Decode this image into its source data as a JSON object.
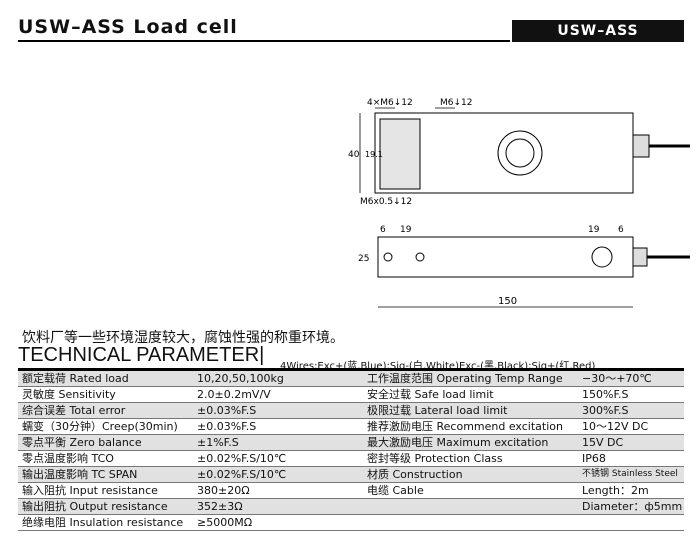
{
  "header": {
    "title": "USW–ASS  Load cell",
    "badge": "USW–ASS"
  },
  "drawing": {
    "top_labels": [
      "4×M6↓12",
      "M6↓12"
    ],
    "bottom_label": "M6x0.5↓12",
    "height_dims": [
      "40",
      "19.1"
    ],
    "plan_dims": [
      "6",
      "19",
      "19",
      "6",
      "25",
      "150"
    ]
  },
  "description": "饮料厂等一些环境湿度较大，腐蚀性强的称重环境。",
  "section": {
    "title": "TECHNICAL PARAMETER|",
    "wires": "4Wires:Exc+(蓝,Blue);Sig-(白,White)Exc-(黑,Black);Sig+(红,Red)"
  },
  "params": [
    {
      "l1": "额定载荷 Rated load",
      "v1": "10,20,50,100kg",
      "l2": "工作温度范围 Operating Temp Range",
      "v2": "−30～+70℃"
    },
    {
      "l1": "灵敏度 Sensitivity",
      "v1": "2.0±0.2mV/V",
      "l2": "安全过载 Safe load limit",
      "v2": "150%F.S"
    },
    {
      "l1": "综合误差 Total error",
      "v1": "±0.03%F.S",
      "l2": "极限过载 Lateral load limit",
      "v2": "300%F.S"
    },
    {
      "l1": "蠕变（30分钟）Creep(30min)",
      "v1": "±0.03%F.S",
      "l2": "推荐激励电压 Recommend excitation",
      "v2": "10～12V DC"
    },
    {
      "l1": "零点平衡 Zero balance",
      "v1": "±1%F.S",
      "l2": "最大激励电压 Maximum excitation",
      "v2": "15V DC"
    },
    {
      "l1": "零点温度影响 TCO",
      "v1": "±0.02%F.S/10℃",
      "l2": "密封等级 Protection Class",
      "v2": "IP68"
    },
    {
      "l1": "输出温度影响 TC SPAN",
      "v1": "±0.02%F.S/10℃",
      "l2": "材质 Construction",
      "v2": "不锈钢 Stainless Steel"
    },
    {
      "l1": "输入阻抗 Input resistance",
      "v1": "380±20Ω",
      "l2": "电缆 Cable",
      "v2": "Length：2m"
    },
    {
      "l1": "输出阻抗 Output resistance",
      "v1": "352±3Ω",
      "l2": "",
      "v2": "Diameter：ф5mm"
    },
    {
      "l1": "绝缘电阻 Insulation resistance",
      "v1": "≥5000MΩ",
      "l2": "",
      "v2": ""
    }
  ]
}
